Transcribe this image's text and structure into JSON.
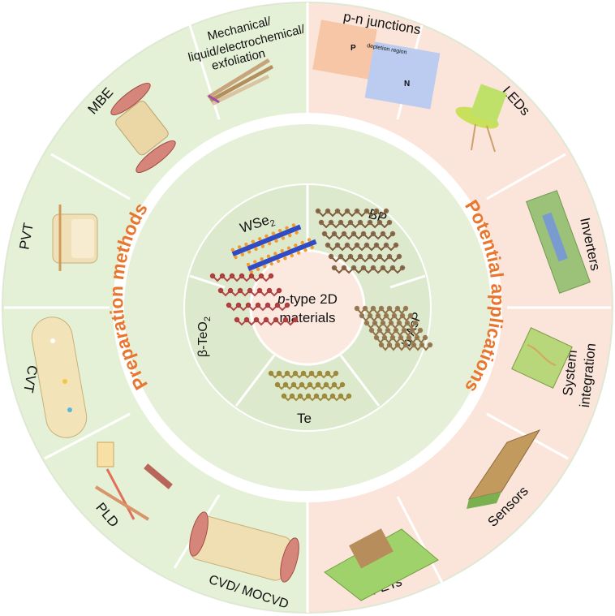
{
  "center": {
    "title_italic": "p",
    "title_rest": "-type 2D",
    "title_line2": "materials"
  },
  "headers": {
    "left": "Preparation methods",
    "right": "Potential applications"
  },
  "materials": [
    {
      "id": "wse2",
      "base": "WSe",
      "sub": "2",
      "prefix": ""
    },
    {
      "id": "bp",
      "base": "BP",
      "sub": "",
      "prefix": ""
    },
    {
      "id": "basp",
      "base": "b-AsP",
      "sub": "",
      "prefix": ""
    },
    {
      "id": "te",
      "base": "Te",
      "sub": "",
      "prefix": ""
    },
    {
      "id": "tete",
      "base": "β-TeO",
      "sub": "2",
      "prefix": ""
    }
  ],
  "methods": [
    {
      "id": "exfoliation",
      "lines": [
        "Mechanical/",
        "liquid/electrochemical/",
        "exfoliation"
      ]
    },
    {
      "id": "mbe",
      "lines": [
        "MBE"
      ]
    },
    {
      "id": "pvt",
      "lines": [
        "PVT"
      ]
    },
    {
      "id": "cvt",
      "lines": [
        "CVT"
      ]
    },
    {
      "id": "pld",
      "lines": [
        "PLD"
      ]
    },
    {
      "id": "cvd",
      "lines": [
        "CVD/ MOCVD"
      ]
    }
  ],
  "applications": [
    {
      "id": "pn",
      "lines": [
        "p-n junctions"
      ]
    },
    {
      "id": "leds",
      "lines": [
        "LEDs"
      ]
    },
    {
      "id": "inverters",
      "lines": [
        "Inverters"
      ]
    },
    {
      "id": "system",
      "lines": [
        "System",
        "integration"
      ]
    },
    {
      "id": "sensors",
      "lines": [
        "Sensors"
      ]
    },
    {
      "id": "fets",
      "lines": [
        "FETs"
      ]
    }
  ],
  "pn_diagram": {
    "p_label": "P",
    "n_label": "N",
    "depletion": "depletion region"
  },
  "colors": {
    "left_outer": "#e5f1d6",
    "right_outer": "#fbe5da",
    "inner_ring": "#e6f0d8",
    "center": "#fbe8de",
    "header": "#e8762e",
    "divider": "#ffffff"
  }
}
